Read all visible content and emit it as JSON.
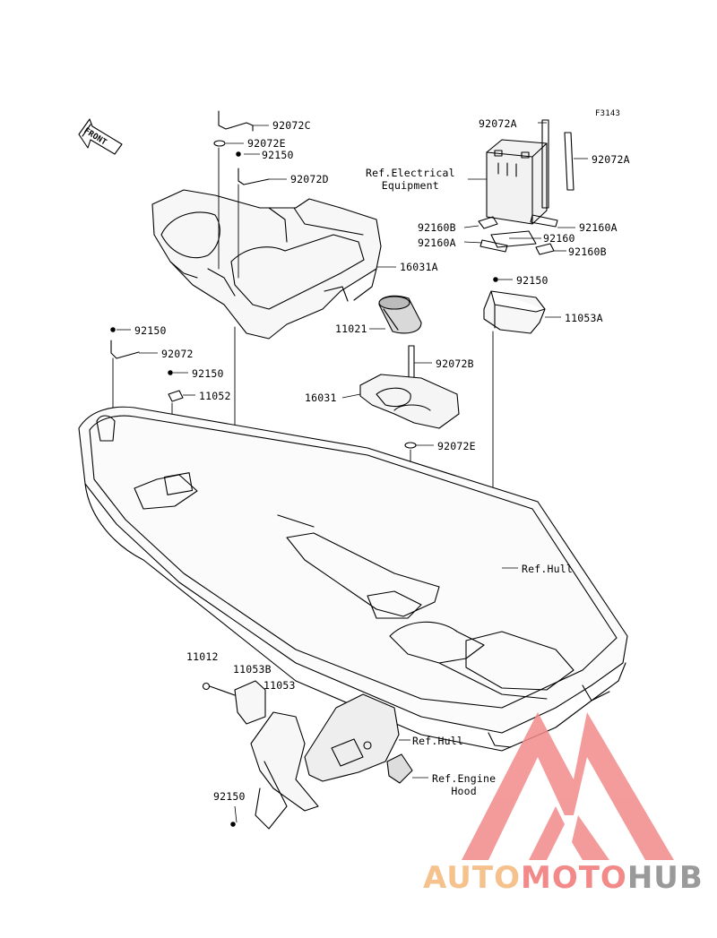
{
  "figure_id": "F3143",
  "front_label": "FRONT",
  "labels": {
    "p92072C": "92072C",
    "p92072E_top": "92072E",
    "p92150_a": "92150",
    "p92072D": "92072D",
    "p16031A": "16031A",
    "p92072A_1": "92072A",
    "p92072A_2": "92072A",
    "ref_electrical": "Ref.Electrical\nEquipment",
    "p92160B_1": "92160B",
    "p92160A_1": "92160A",
    "p92160A_2": "92160A",
    "p92160": "92160",
    "p92160B_2": "92160B",
    "p92150_b": "92150",
    "p11053A": "11053A",
    "p11021": "11021",
    "p92072B": "92072B",
    "p16031": "16031",
    "p92072E_low": "92072E",
    "p92150_c": "92150",
    "p92072": "92072",
    "p92150_d": "92150",
    "p11052": "11052",
    "ref_hull_1": "Ref.Hull",
    "p11012": "11012",
    "p11053B": "11053B",
    "p11053": "11053",
    "ref_hull_2": "Ref.Hull",
    "ref_engine_hood": "Ref.Engine\nHood",
    "p92150_e": "92150"
  },
  "watermark": {
    "part1": "AUTO",
    "part2": "MOTO",
    "part3": "HUB",
    "colors": {
      "auto": "#f5c28d",
      "moto": "#f28a8a",
      "hub": "#9a9a9a",
      "triangle": "#f28a8a"
    }
  }
}
